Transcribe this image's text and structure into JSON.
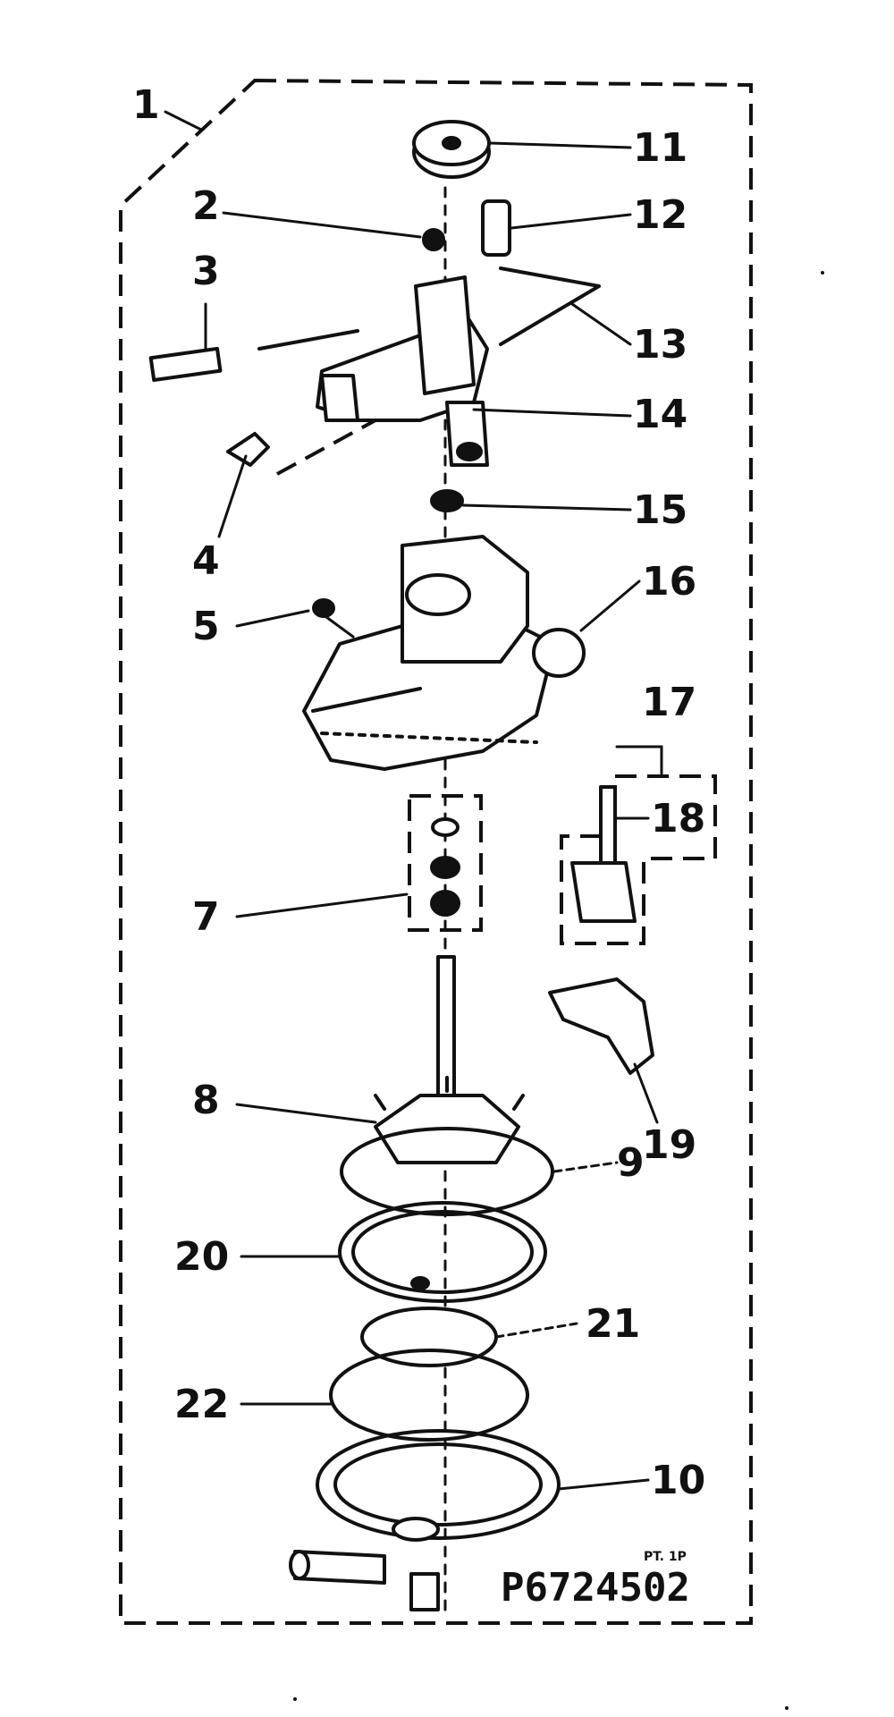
{
  "diagram": {
    "part_number": "P6724502",
    "small_mark": "PT. 1P",
    "callouts": [
      "1",
      "2",
      "3",
      "4",
      "5",
      "7",
      "8",
      "9",
      "10",
      "11",
      "12",
      "13",
      "14",
      "15",
      "16",
      "17",
      "18",
      "19",
      "20",
      "21",
      "22"
    ]
  }
}
